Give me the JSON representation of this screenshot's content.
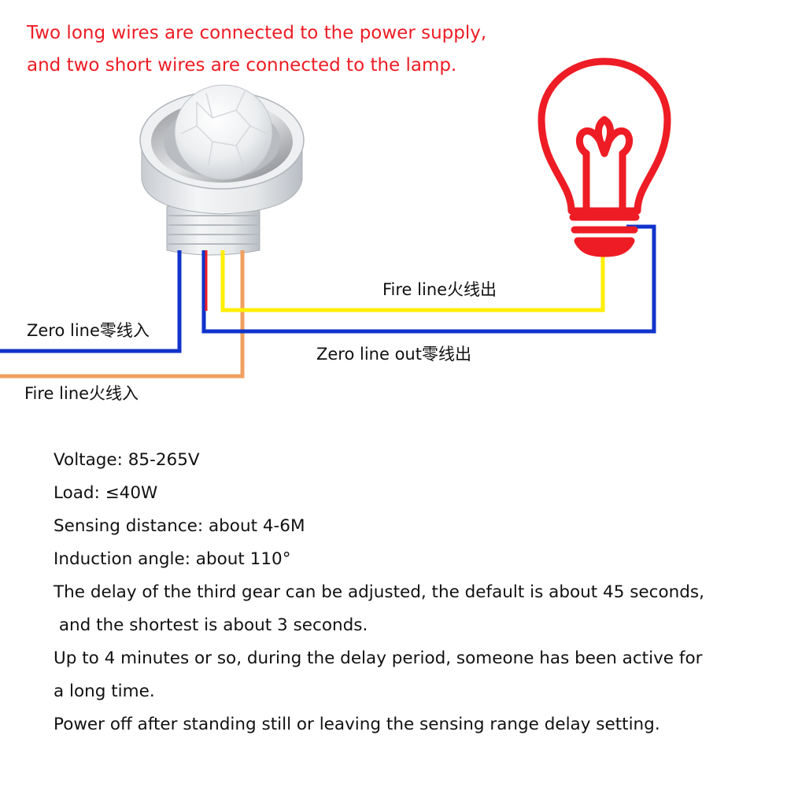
{
  "notice": {
    "line1": "Two long wires are connected to the power supply,",
    "line2": "and two short wires are connected to the lamp."
  },
  "labels": {
    "fire_line_out": "Fire line火线出",
    "zero_line_in": "Zero line零线入",
    "zero_line_out": "Zero line out零线出",
    "fire_line_in": "Fire line火线入"
  },
  "colors": {
    "notice_text": "#ee1c24",
    "zero_wire": "#1133cc",
    "fire_in_wire": "#f0a060",
    "fire_out_wire": "#ffee00",
    "lamp_outline": "#ee1c24"
  },
  "specs": [
    "Voltage: 85-265V",
    "Load: ≤40W",
    "Sensing distance: about 4-6M",
    "Induction angle: about 110°",
    "The delay of the third gear can be adjusted, the default is about 45 seconds,",
    " and the shortest is about 3 seconds.",
    "Up to 4 minutes or so, during the delay period, someone has been active for",
    "a long time.",
    "Power off after standing still or leaving the sensing range delay setting."
  ]
}
